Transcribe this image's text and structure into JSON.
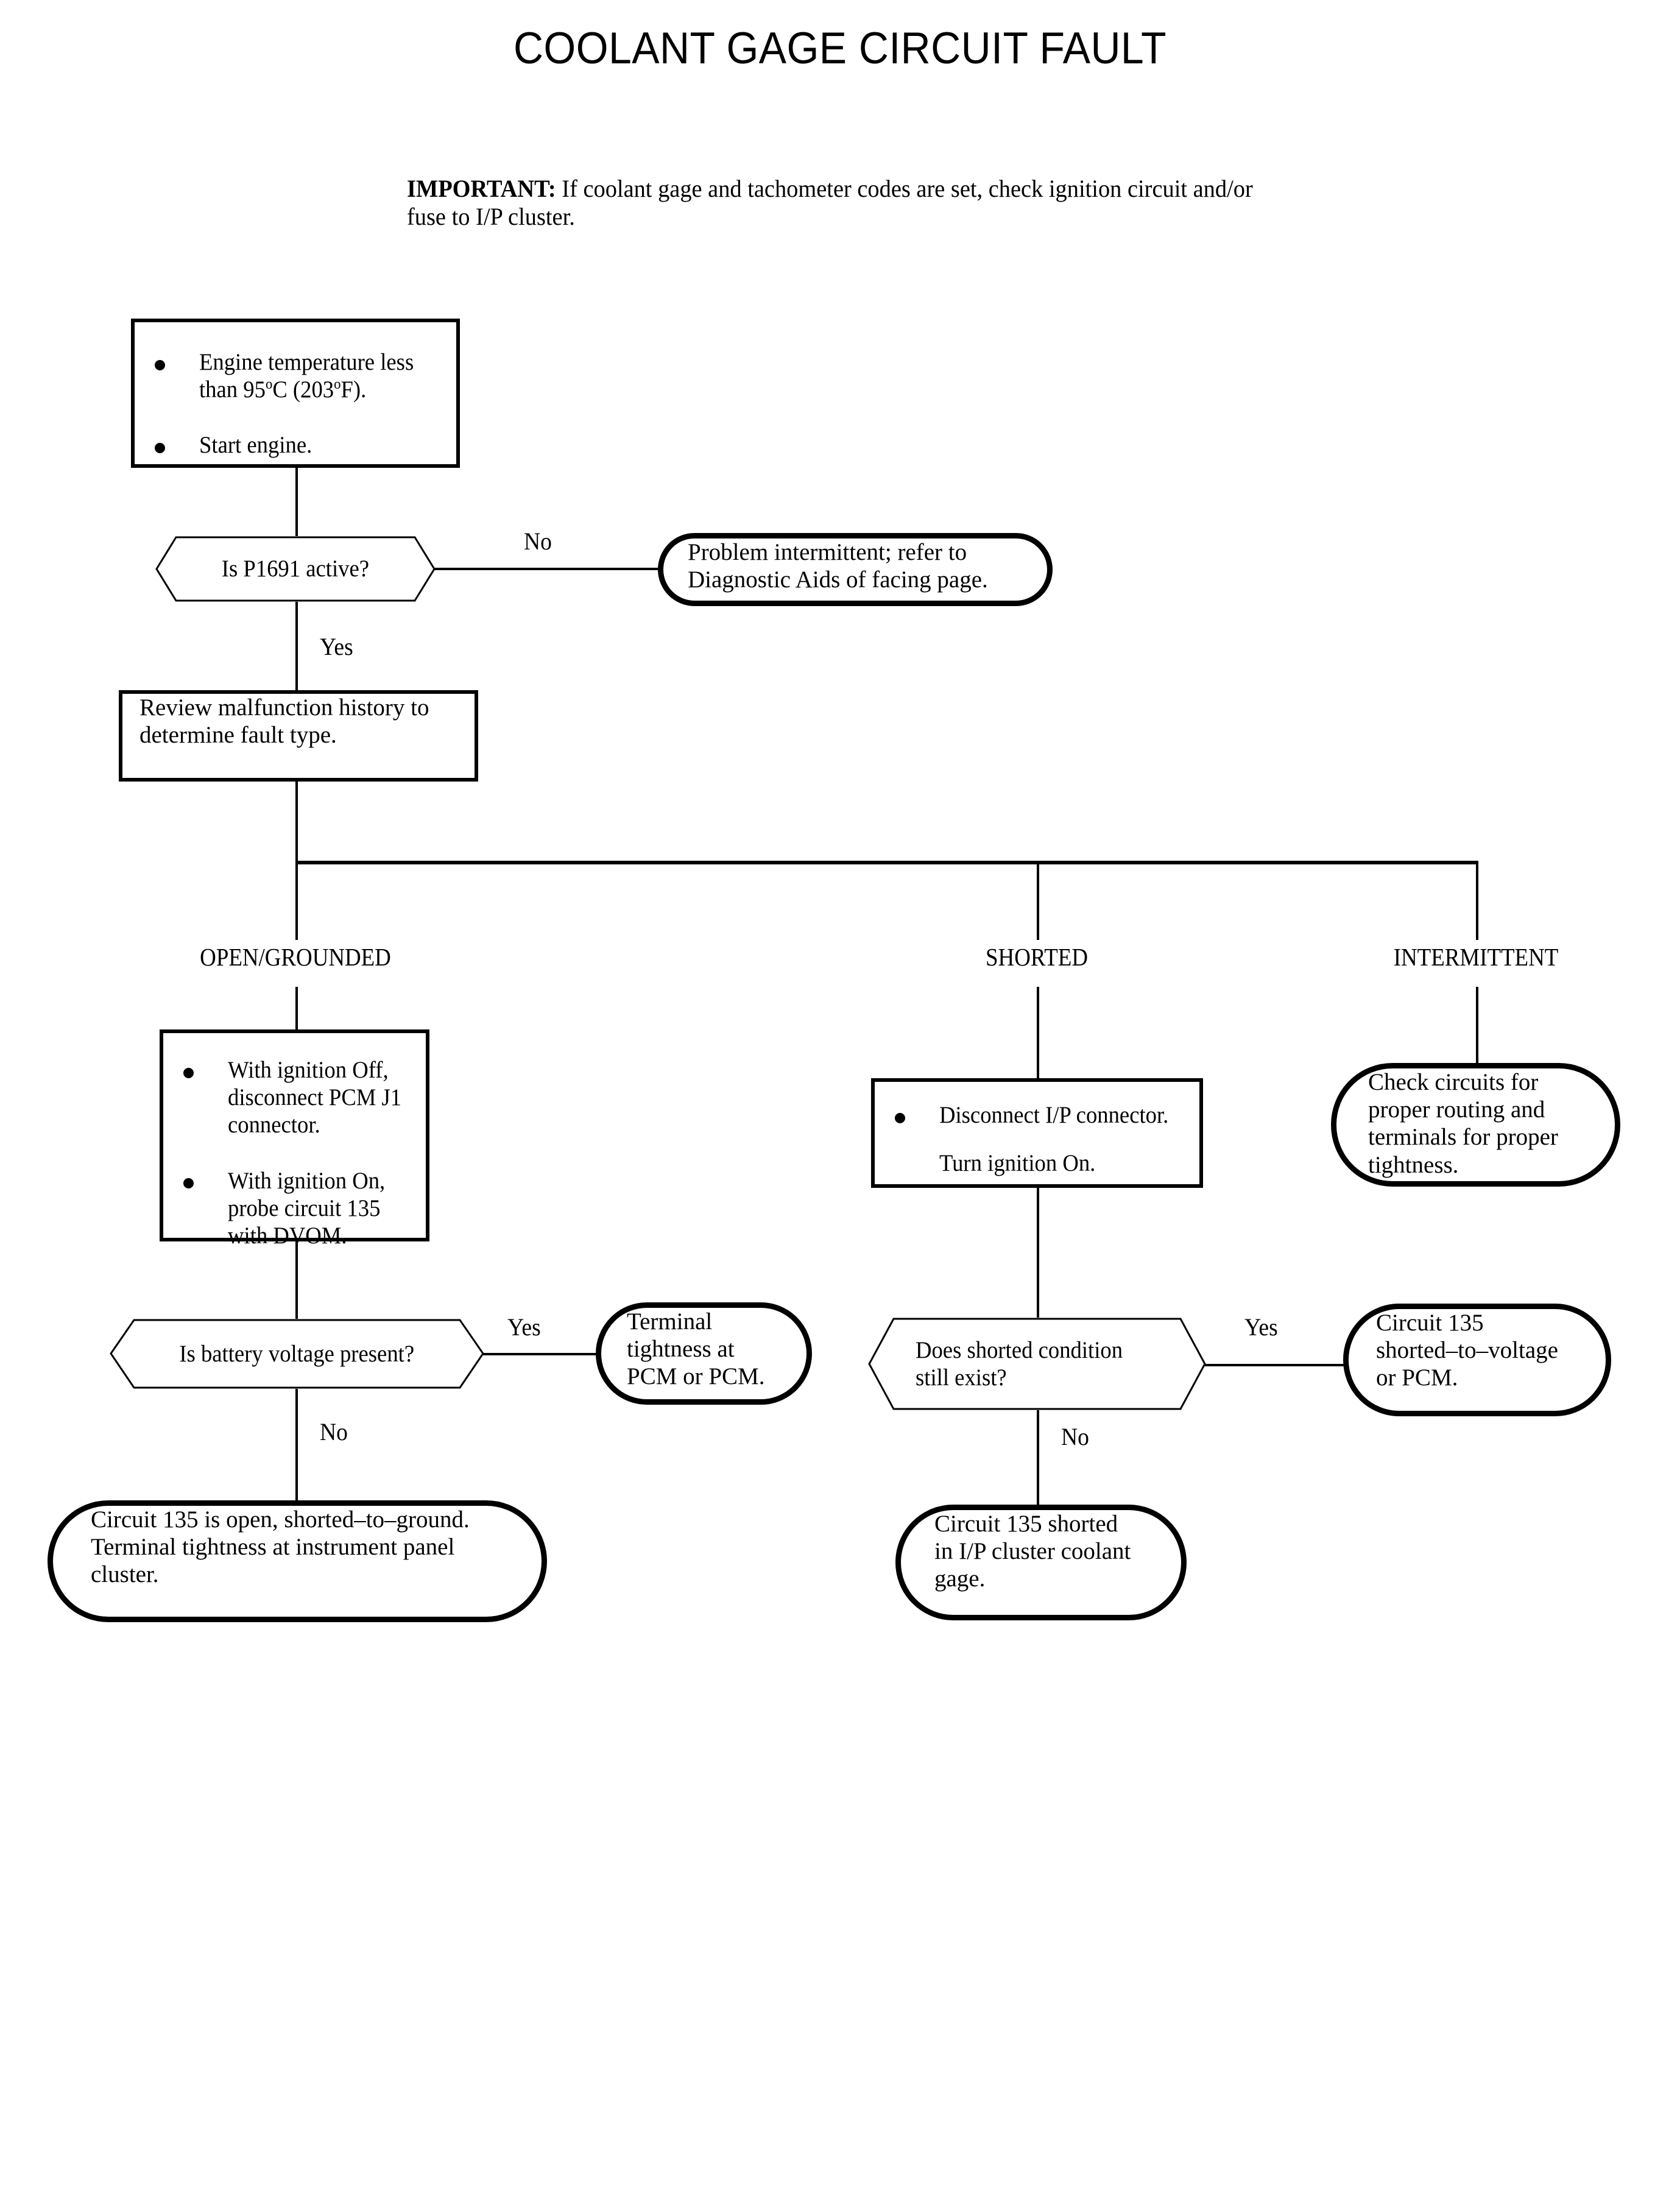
{
  "page": {
    "title": "COOLANT GAGE CIRCUIT FAULT",
    "important_label": "IMPORTANT:",
    "important_text": "If coolant gage and tachometer codes are set, check ignition circuit and/or fuse to I/P cluster."
  },
  "nodes": {
    "start": {
      "type": "process",
      "bullets": [
        "Engine temperature less\nthan 95°C (203°F).",
        "Start engine."
      ]
    },
    "decision_p1691": {
      "type": "decision",
      "text": "Is P1691 active?"
    },
    "problem_intermittent": {
      "type": "terminator",
      "text": "Problem intermittent; refer to\nDiagnostic Aids of facing page."
    },
    "review_history": {
      "type": "process",
      "text": "Review malfunction history to\ndetermine fault type."
    },
    "open_grounded_steps": {
      "type": "process",
      "bullets": [
        "With ignition Off,\ndisconnect PCM J1\nconnector.",
        "With ignition On,\nprobe circuit 135\nwith DVOM."
      ]
    },
    "shorted_steps": {
      "type": "process",
      "bullets": [
        "Disconnect I/P connector.",
        "Turn ignition On."
      ]
    },
    "check_circuits": {
      "type": "terminator",
      "text": "Check circuits for\nproper routing and\nterminals for proper\ntightness."
    },
    "decision_battery_voltage": {
      "type": "decision",
      "text": "Is battery voltage present?"
    },
    "terminal_tightness_pcm": {
      "type": "terminator",
      "text": "Terminal\ntightness at\nPCM or PCM."
    },
    "decision_shorted_still": {
      "type": "decision",
      "text": "Does shorted condition\nstill exist?"
    },
    "circuit135_shorted_voltage": {
      "type": "terminator",
      "text": "Circuit 135\nshorted–to–voltage\nor PCM."
    },
    "circuit135_open": {
      "type": "terminator",
      "text": "Circuit 135 is open, shorted–to–ground.\nTerminal tightness at instrument panel\ncluster."
    },
    "circuit135_shorted_cluster": {
      "type": "terminator",
      "text": "Circuit 135 shorted\nin I/P cluster coolant\ngage."
    }
  },
  "branch_labels": {
    "open_grounded": "OPEN/GROUNDED",
    "shorted": "SHORTED",
    "intermittent": "INTERMITTENT"
  },
  "edge_labels": {
    "p1691_no": "No",
    "p1691_yes": "Yes",
    "battery_yes": "Yes",
    "battery_no": "No",
    "shorted_yes": "Yes",
    "shorted_no": "No"
  },
  "colors": {
    "ink": "#000000",
    "paper": "#ffffff"
  }
}
